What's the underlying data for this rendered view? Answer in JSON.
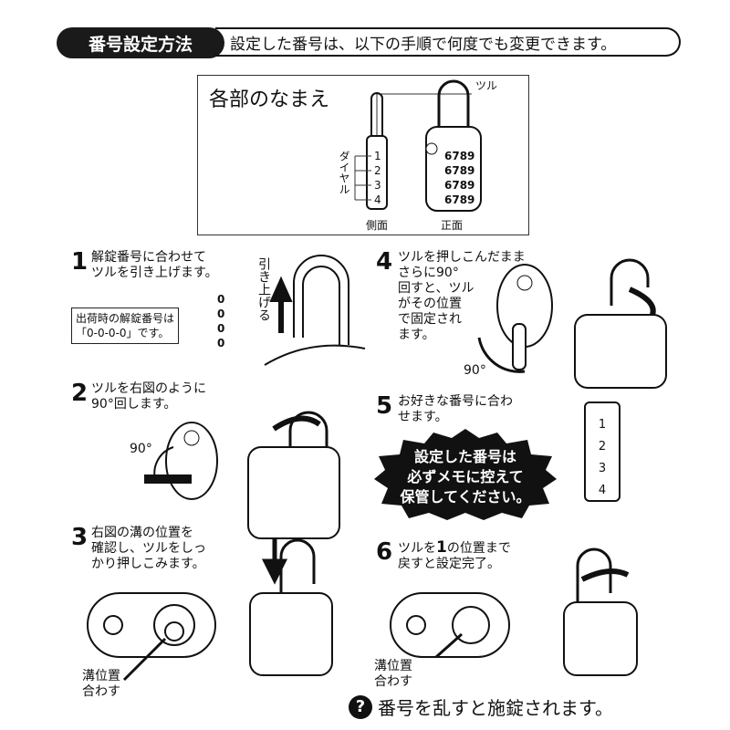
{
  "header": {
    "title": "番号設定方法",
    "subtitle": "設定した番号は、以下の手順で何度でも変更できます。"
  },
  "parts": {
    "title": "各部のなまえ",
    "shackle": "ツル",
    "dial": "ダイヤル",
    "side_label": "側面",
    "front_label": "正面",
    "dial_numbers": [
      "1",
      "2",
      "3",
      "4"
    ],
    "front_digits": "6789"
  },
  "steps": [
    {
      "number": "1",
      "lines": [
        "解錠番号に合わせて",
        "ツルを引き上げます。"
      ],
      "arrow_label": "引き上げる",
      "note_lines": [
        "出荷時の解錠番号は",
        "「0-0-0-0」です。"
      ],
      "digits": [
        "0",
        "0",
        "0",
        "0"
      ]
    },
    {
      "number": "2",
      "lines": [
        "ツルを右図のように",
        "90°回します。"
      ],
      "angle": "90°"
    },
    {
      "number": "3",
      "lines": [
        "右図の溝の位置を",
        "確認し、ツルをしっ",
        "かり押しこみます。"
      ],
      "groove_label": [
        "溝位置",
        "合わす"
      ]
    },
    {
      "number": "4",
      "lines": [
        "ツルを押しこんだまま",
        "さらに90°",
        "回すと、ツル",
        "がその位置",
        "で固定され",
        "ます。"
      ],
      "angle": "90°"
    },
    {
      "number": "5",
      "lines": [
        "お好きな番号に合わ",
        "せます。"
      ],
      "digits": [
        "1",
        "2",
        "3",
        "4"
      ],
      "burst_lines": [
        "設定した番号は",
        "必ずメモに控えて",
        "保管してください。"
      ]
    },
    {
      "number": "6",
      "lines_pre": "ツルを",
      "bold": "1",
      "lines_post": "の位置まで",
      "line2": "戻すと設定完了。",
      "groove_label": [
        "溝位置",
        "合わす"
      ]
    }
  ],
  "warning": {
    "icon": "question-icon",
    "symbol": "?",
    "text": "番号を乱すと施錠されます。"
  }
}
